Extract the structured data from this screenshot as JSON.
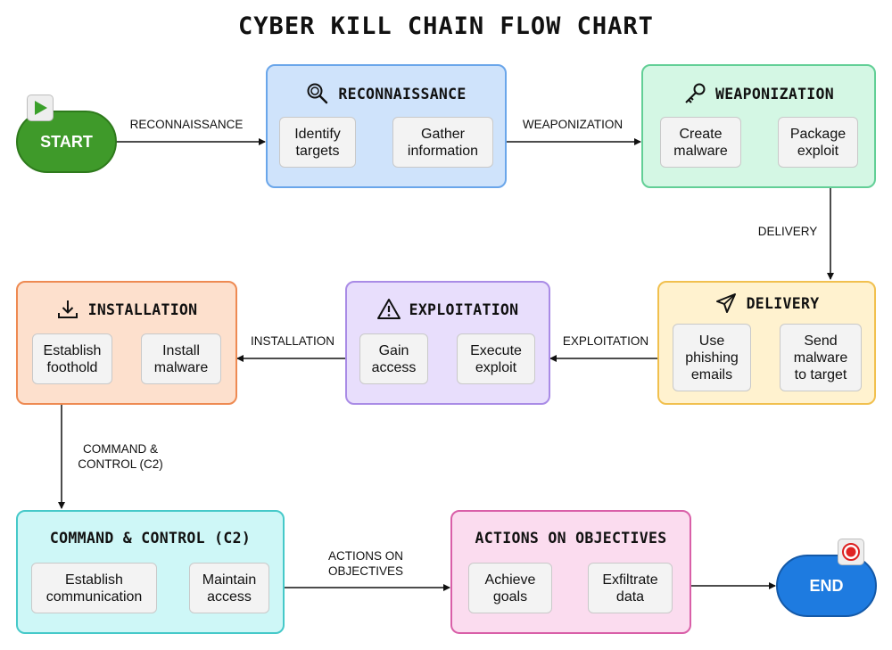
{
  "title": "CYBER KILL CHAIN FLOW CHART",
  "colors": {
    "start": "#3f9a2a",
    "end": "#1e7be0",
    "reconnaissance": "#cfe3fb",
    "weaponization": "#d4f7e4",
    "delivery": "#fff2cf",
    "exploitation": "#e8defc",
    "installation": "#fde0cd",
    "c2": "#cef7f7",
    "actions": "#fbdcef"
  },
  "terminals": {
    "start": "START",
    "end": "END"
  },
  "stages": {
    "reconnaissance": {
      "title": "RECONNAISSANCE",
      "icon": "magnifier-icon",
      "steps": [
        "Identify\ntargets",
        "Gather\ninformation"
      ]
    },
    "weaponization": {
      "title": "WEAPONIZATION",
      "icon": "key-icon",
      "steps": [
        "Create\nmalware",
        "Package\nexploit"
      ]
    },
    "delivery": {
      "title": "DELIVERY",
      "icon": "send-icon",
      "steps": [
        "Send\nmalware\nto target",
        "Use\nphishing\nemails"
      ]
    },
    "exploitation": {
      "title": "EXPLOITATION",
      "icon": "warning-icon",
      "steps": [
        "Execute\nexploit",
        "Gain\naccess"
      ]
    },
    "installation": {
      "title": "INSTALLATION",
      "icon": "download-icon",
      "steps": [
        "Install\nmalware",
        "Establish\nfoothold"
      ]
    },
    "c2": {
      "title": "COMMAND & CONTROL (C2)",
      "steps": [
        "Establish\ncommunication",
        "Maintain\naccess"
      ]
    },
    "actions": {
      "title": "ACTIONS ON OBJECTIVES",
      "steps": [
        "Achieve\ngoals",
        "Exfiltrate\ndata"
      ]
    }
  },
  "edges": {
    "start_to_recon": "RECONNAISSANCE",
    "recon_to_weapon": "WEAPONIZATION",
    "weapon_to_delivery": "DELIVERY",
    "delivery_to_exploit": "EXPLOITATION",
    "exploit_to_install": "INSTALLATION",
    "install_to_c2": "COMMAND &\nCONTROL (C2)",
    "c2_to_actions": "ACTIONS ON\nOBJECTIVES"
  }
}
